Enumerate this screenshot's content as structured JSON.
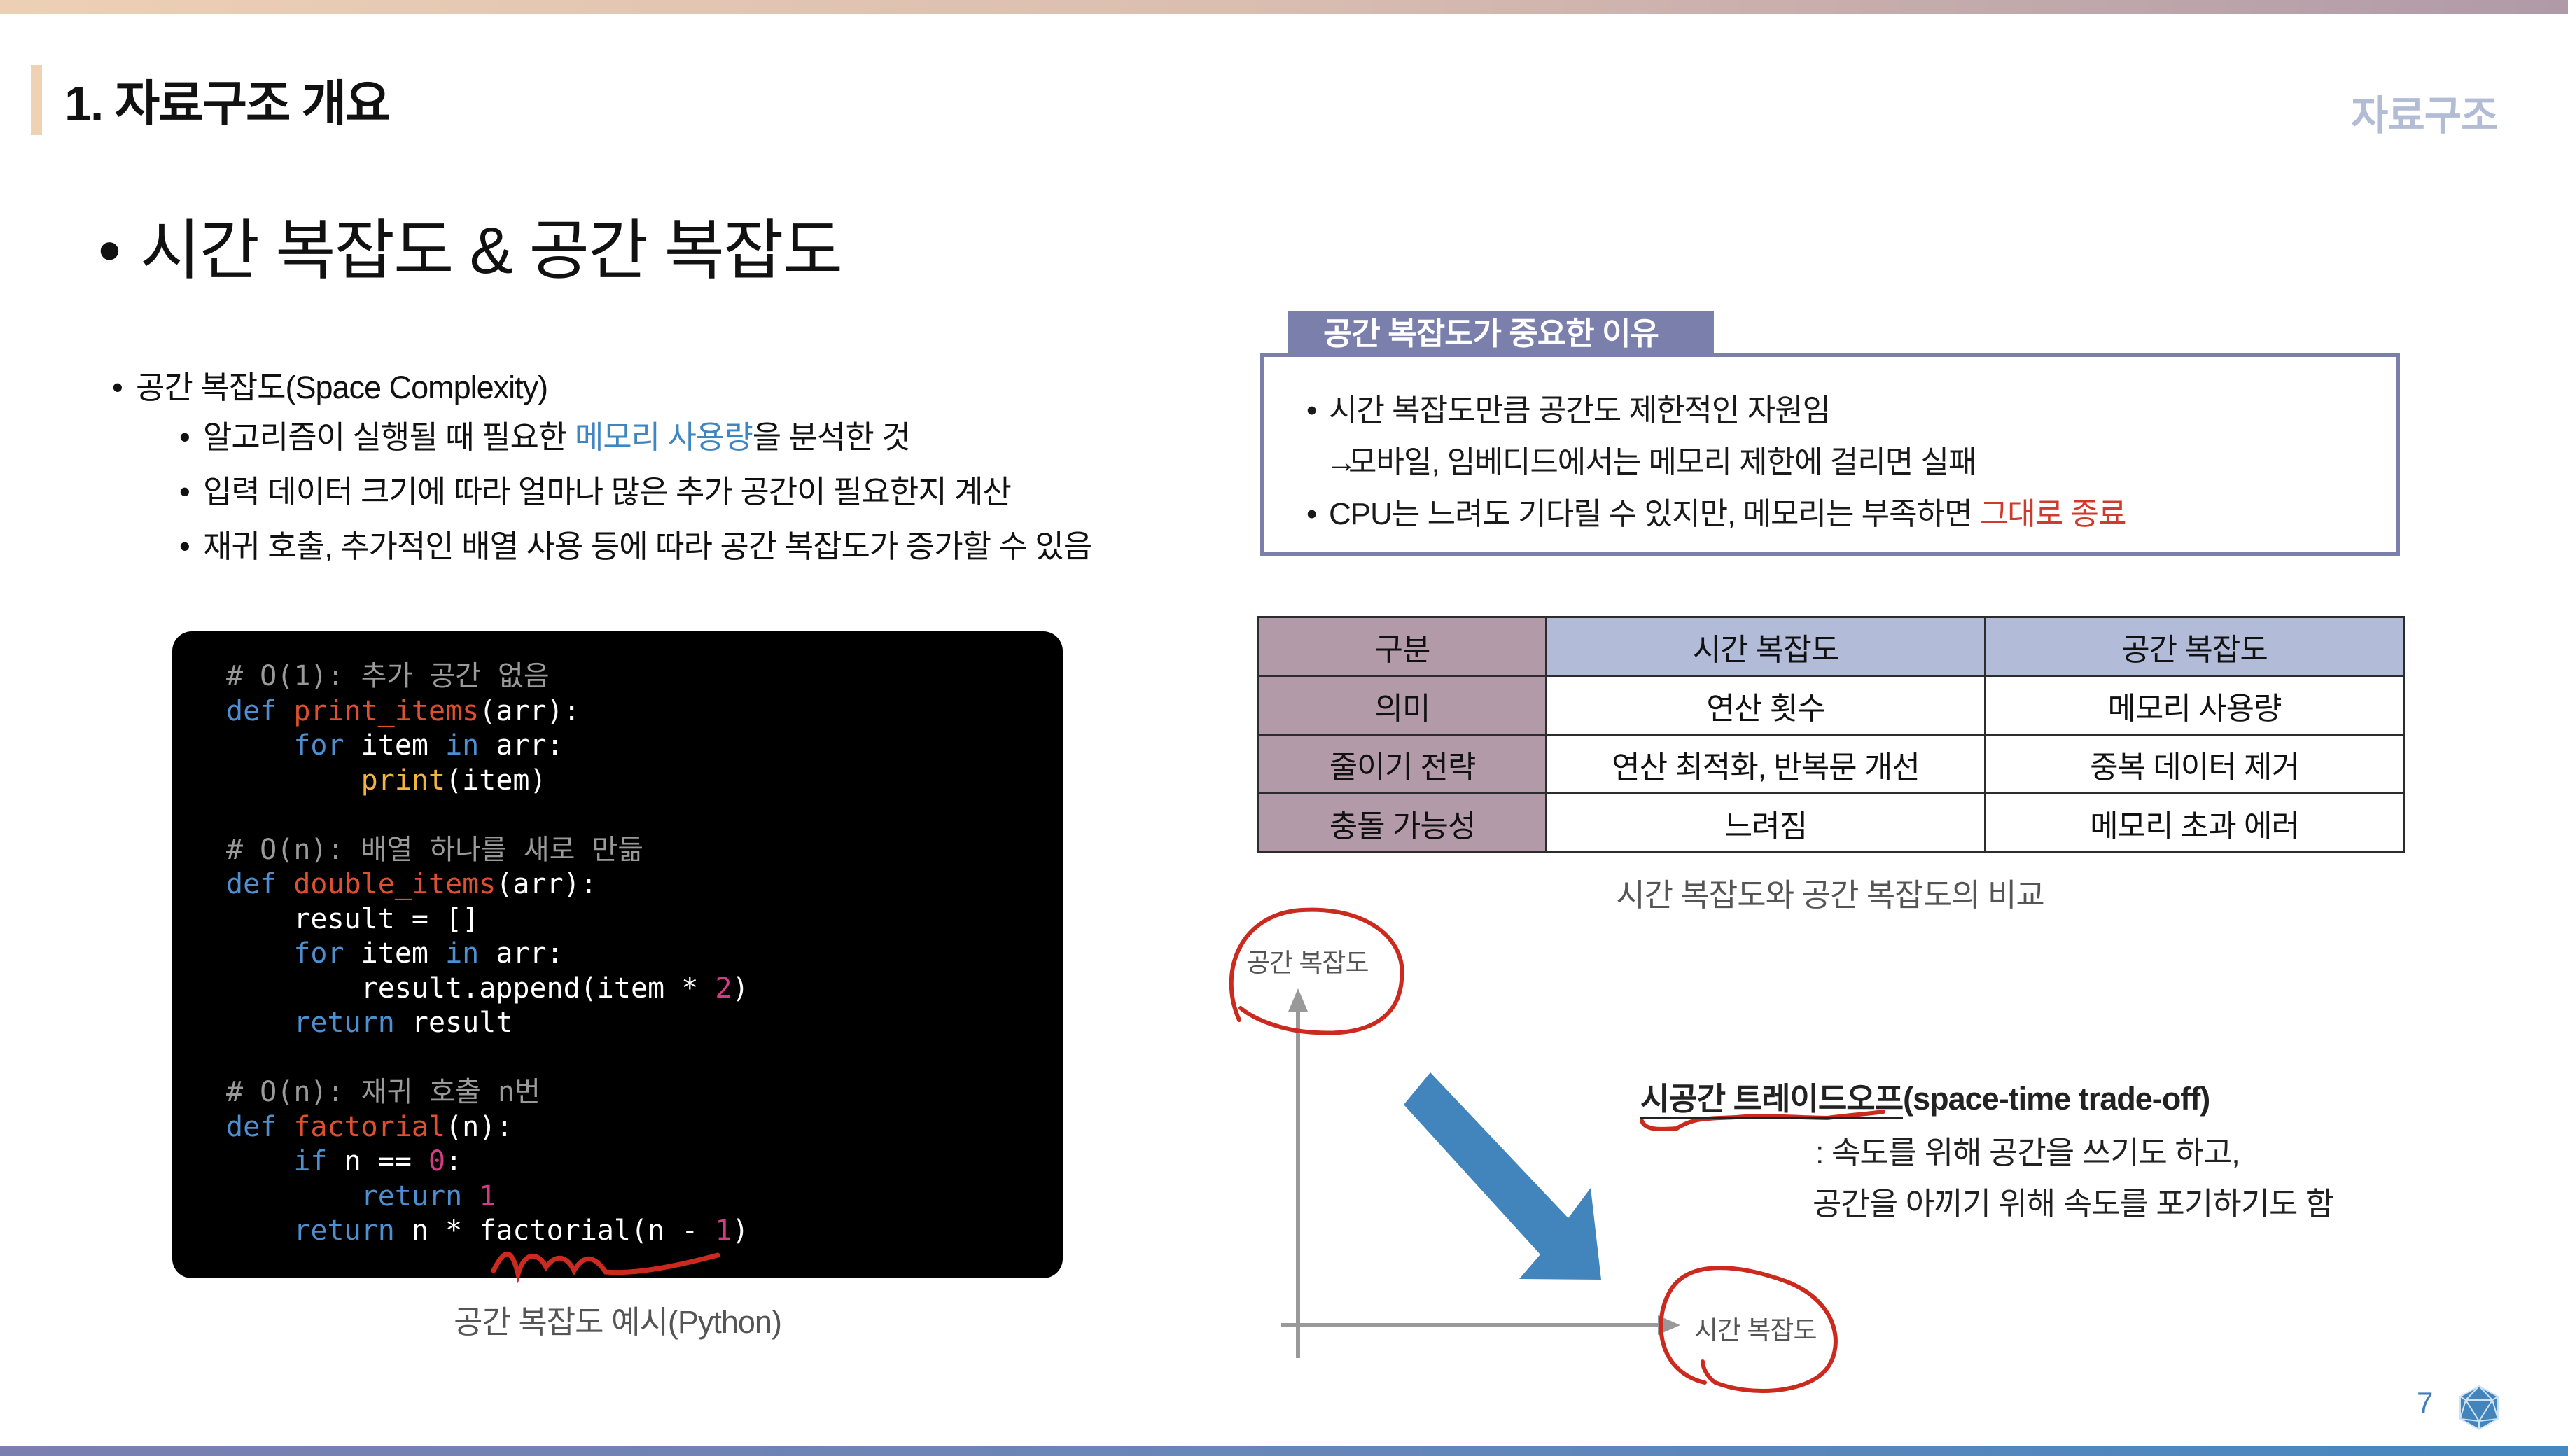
{
  "header": {
    "slide_title": "1. 자료구조 개요",
    "section_label": "자료구조",
    "colors": {
      "top_bar_start": "#edd0b4",
      "top_bar_end": "#b09aa8",
      "accent": "#efd1b4",
      "section_label": "#b2bcd5"
    }
  },
  "main_heading": {
    "bullet": "•",
    "text": "시간 복잡도 & 공간 복잡도"
  },
  "left_bullets": {
    "title": "공간 복잡도(Space Complexity)",
    "items": [
      {
        "before": "알고리즘이 실행될 때 필요한 ",
        "highlight": "메모리 사용량",
        "after": "을 분석한 것",
        "highlight_color": "#3f85c0"
      },
      {
        "text": "입력 데이터 크기에 따라 얼마나 많은 추가 공간이 필요한지 계산"
      },
      {
        "text": "재귀 호출, 추가적인 배열 사용 등에 따라 공간 복잡도가 증가할 수 있음"
      }
    ]
  },
  "code_example": {
    "language": "Python",
    "lines": [
      "# O(1): 추가 공간 없음",
      "def print_items(arr):",
      "    for item in arr:",
      "        print(item)",
      "",
      "# O(n): 배열 하나를 새로 만듦",
      "def double_items(arr):",
      "    result = []",
      "    for item in arr:",
      "        result.append(item * 2)",
      "    return result",
      "",
      "# O(n): 재귀 호출 n번",
      "def factorial(n):",
      "    if n == 0:",
      "        return 1",
      "    return n * factorial(n - 1)"
    ],
    "tokens": {
      "c1": "# O(1): 추가 공간 없음",
      "def": "def",
      "for": "for",
      "in": "in",
      "print_items": "print_items",
      "arr_sig": "(arr):",
      "item": " item ",
      "arr_colon": " arr:",
      "print": "print",
      "print_arg": "(item)",
      "c2": "# O(n): 배열 하나를 새로 만듦",
      "double_items": "double_items",
      "result_init": "result = []",
      "append_pre": "result.append(item * ",
      "two": "2",
      "close_paren": ")",
      "return": "return",
      "result": " result",
      "c3": "# O(n): 재귀 호출 n번",
      "factorial": "factorial",
      "n_sig": "(n):",
      "if": "if",
      "n_eq": " n == ",
      "zero": "0",
      "colon": ":",
      "one": "1",
      "ret_expr": " n * factorial(n - ",
      "space": " "
    },
    "caption": "공간 복잡도 예시(Python)"
  },
  "reason_box": {
    "title": "공간 복잡도가 중요한 이유",
    "items": [
      {
        "bullet": "•",
        "text": "시간 복잡도만큼 공간도 제한적인 자원임"
      },
      {
        "bullet": "→",
        "text": "모바일, 임베디드에서는 메모리 제한에 걸리면 실패"
      },
      {
        "bullet": "•",
        "before": "CPU는 느려도 기다릴 수 있지만, 메모리는 부족하면 ",
        "highlight": "그대로 종료",
        "highlight_color": "#d03a2a"
      }
    ],
    "border_color": "#7b7fab"
  },
  "comparison_table": {
    "headers": [
      "구분",
      "시간 복잡도",
      "공간 복잡도"
    ],
    "rows": [
      [
        "의미",
        "연산 횟수",
        "메모리 사용량"
      ],
      [
        "줄이기 전략",
        "연산 최적화, 반복문 개선",
        "중복 데이터 제거"
      ],
      [
        "충돌 가능성",
        "느려짐",
        "메모리 초과 에러"
      ]
    ],
    "caption": "시간 복잡도와 공간 복잡도의 비교",
    "colors": {
      "row_header": "#b39aa8",
      "col_header": "#b2bcd8"
    }
  },
  "tradeoff_diagram": {
    "y_axis_label": "공간 복잡도",
    "x_axis_label": "시간 복잡도",
    "arrow_color": "#4285bc",
    "title_ko": "시공간 트레이드오프",
    "title_en": "(space-time trade-off)",
    "desc_line1": ": 속도를 위해 공간을 쓰기도 하고,",
    "desc_line2": "공간을 아끼기 위해 속도를 포기하기도 함",
    "annotation_color": "#cc2a1e"
  },
  "footer": {
    "page_number": "7",
    "logo_icon": "icosahedron-icon",
    "colors": {
      "bottom_bar_start": "#7a7fb0",
      "bottom_bar_end": "#4587bf",
      "page_number": "#3f7eb8"
    }
  }
}
